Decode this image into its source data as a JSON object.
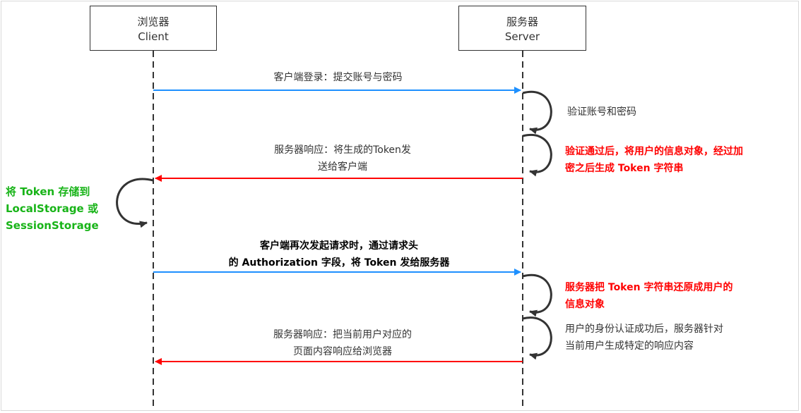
{
  "participants": {
    "client": {
      "name_cn": "浏览器",
      "name_en": "Client"
    },
    "server": {
      "name_cn": "服务器",
      "name_en": "Server"
    }
  },
  "messages": {
    "login": "客户端登录：提交账号与密码",
    "verify": "验证账号和密码",
    "verify_pass": [
      "验证通过后，将用户的信息对象，经过加",
      "密之后生成 Token 字符串"
    ],
    "response_token": [
      "服务器响应：将生成的Token发",
      "送给客户端"
    ],
    "store_token": [
      "将 Token 存储到",
      "LocalStorage 或",
      "SessionStorage"
    ],
    "request_again": [
      "客户端再次发起请求时，通过请求头",
      "的 Authorization 字段，将 Token 发给服务器"
    ],
    "restore": [
      "服务器把 Token 字符串还原成用户的",
      "信息对象"
    ],
    "auth_success": [
      "用户的身份认证成功后，服务器针对",
      "当前用户生成特定的响应内容"
    ],
    "response_page": [
      "服务器响应：把当前用户对应的",
      "页面内容响应给浏览器"
    ]
  },
  "colors": {
    "request_arrow": "#1e90ff",
    "response_arrow": "#ff0000",
    "highlight_red": "#ff0000",
    "highlight_green": "#18b418",
    "lifeline": "#333333"
  }
}
